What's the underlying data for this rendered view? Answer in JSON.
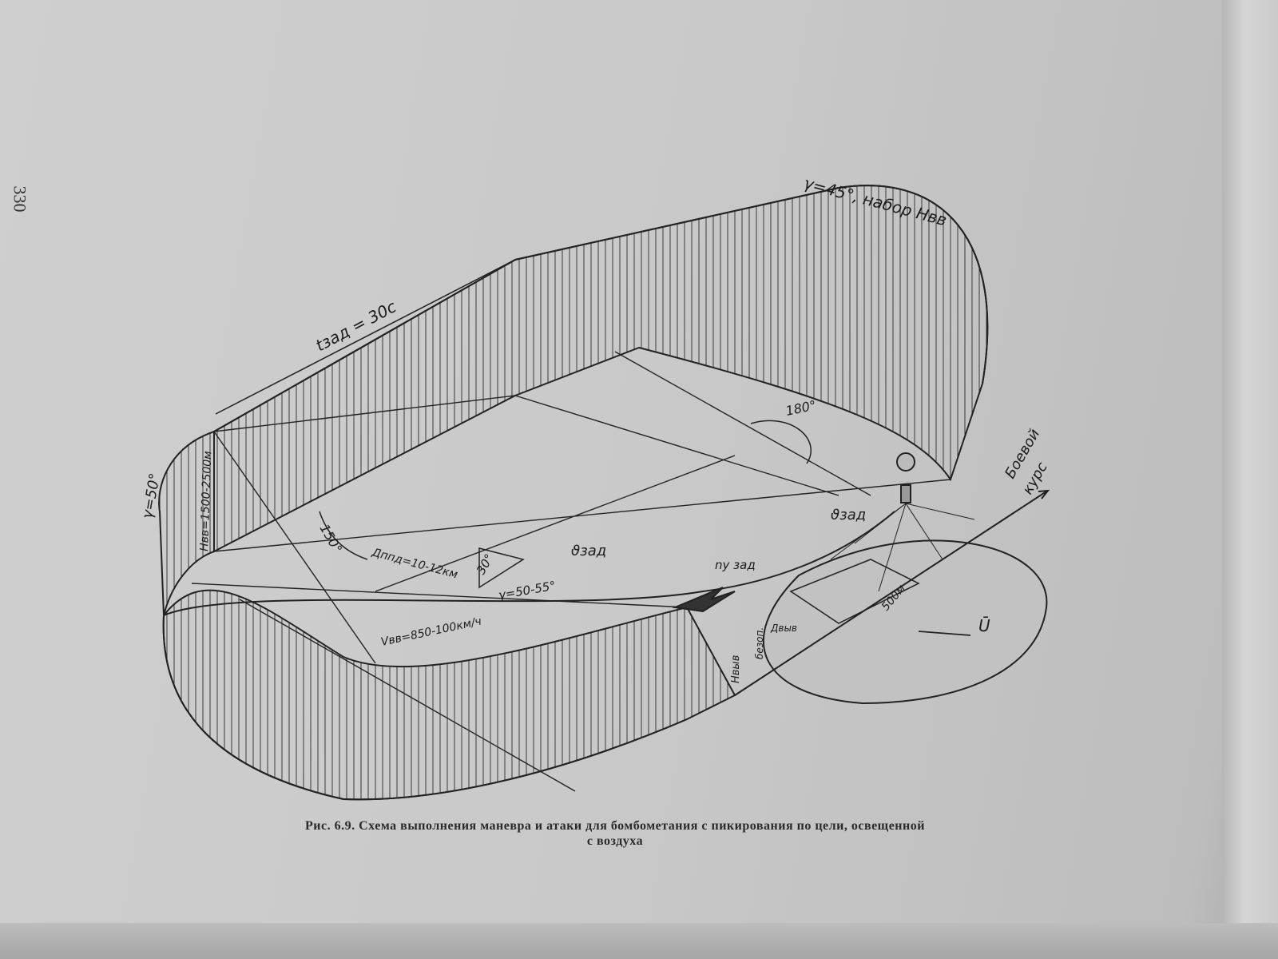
{
  "page_number": "330",
  "labels": {
    "bank_top": "γ=45°, набор Нвв",
    "t_zad": "tзад = 30с",
    "angle_180": "180°",
    "bank_left": "γ=50°",
    "h_vv": "Нвв=1500-2500м",
    "angle_150": "150°",
    "d_ppd": "Дппд=10-12км",
    "angle_30": "30°",
    "bank_dive": "γ=50-55°",
    "theta_zad_1": "ϑзад",
    "theta_zad_2": "ϑзад",
    "v_vv": "Vвв=850-100км/ч",
    "ny_zad": "nу зад",
    "combat_course_1": "Боевой",
    "combat_course_2": "курс",
    "dist_500": "500м",
    "d_vyv": "Двыв",
    "h_vyv": "Нвыв",
    "safe": "безоп.",
    "wind": "Ū"
  },
  "caption": {
    "line1": "Рис. 6.9. Схема  выполнения  маневра и атаки для бомбометания с пикирования  по цели,  освещенной",
    "line2": "с воздуха"
  }
}
